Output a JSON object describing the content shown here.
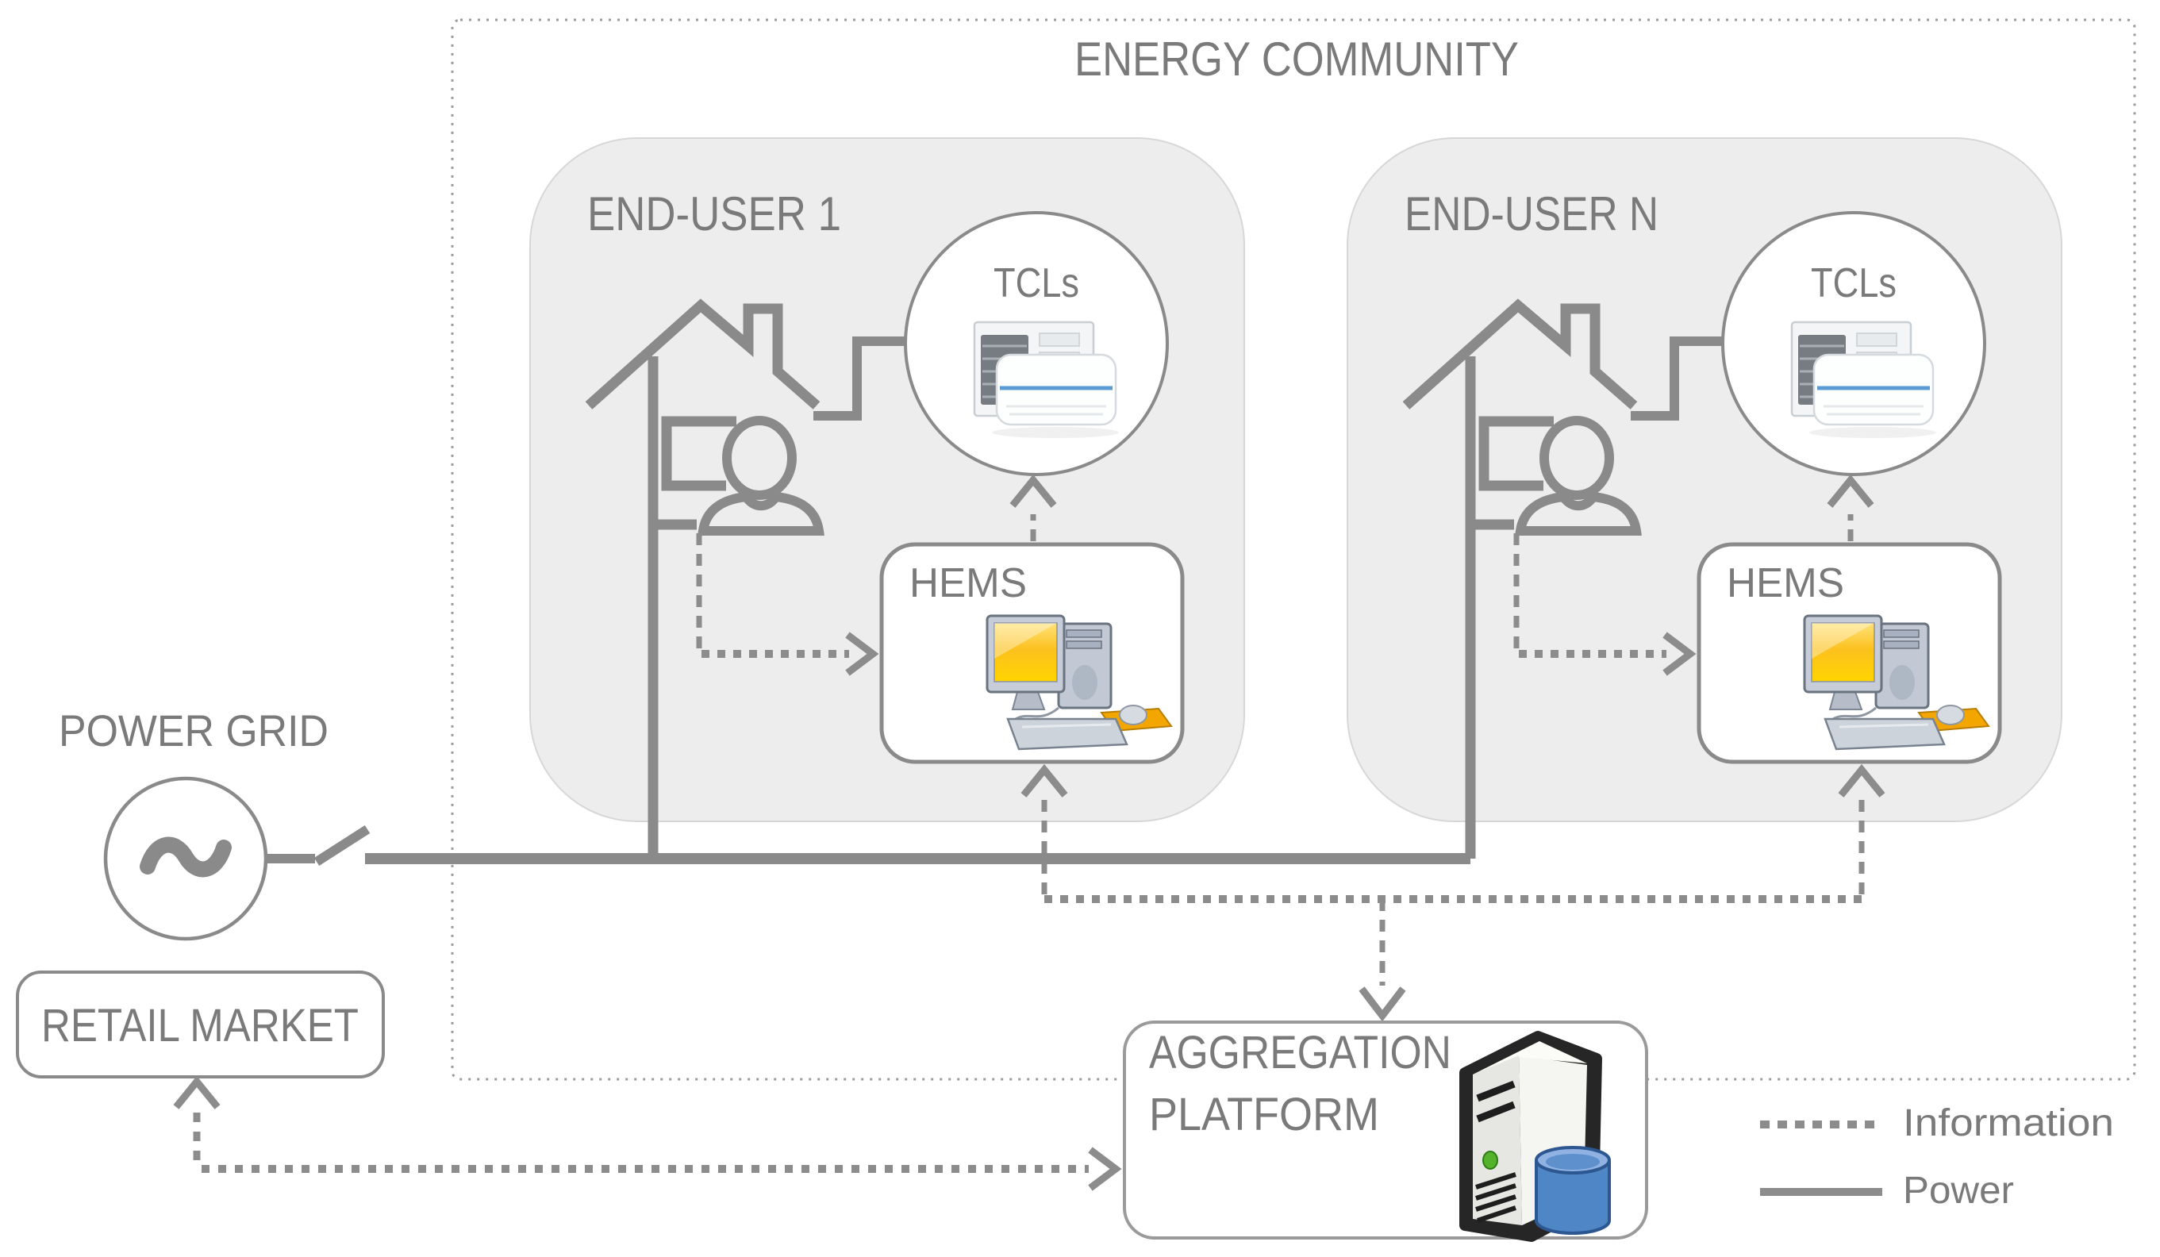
{
  "diagram": {
    "title": "ENERGY COMMUNITY",
    "end_user_1": {
      "label": "END-USER 1"
    },
    "end_user_n": {
      "label": "END-USER N"
    },
    "tcls_label": "TCLs",
    "hems_label": "HEMS",
    "power_grid": {
      "label": "POWER GRID"
    },
    "retail_market": {
      "label": "RETAIL MARKET"
    },
    "aggregation_platform": {
      "label_line1": "AGGREGATION",
      "label_line2": "PLATFORM"
    },
    "legend": {
      "information": "Information",
      "power": "Power"
    },
    "colors": {
      "text_gray": "#7A7A7A",
      "line_gray": "#8A8A8A",
      "end_user_box_fill": "#EDEDED",
      "screen_yellow": "#F7B500",
      "mousepad_orange": "#F3A600",
      "database_blue": "#4F86C6",
      "ac_stripe_blue": "#5B9BD5",
      "led_green": "#54B32A"
    }
  }
}
